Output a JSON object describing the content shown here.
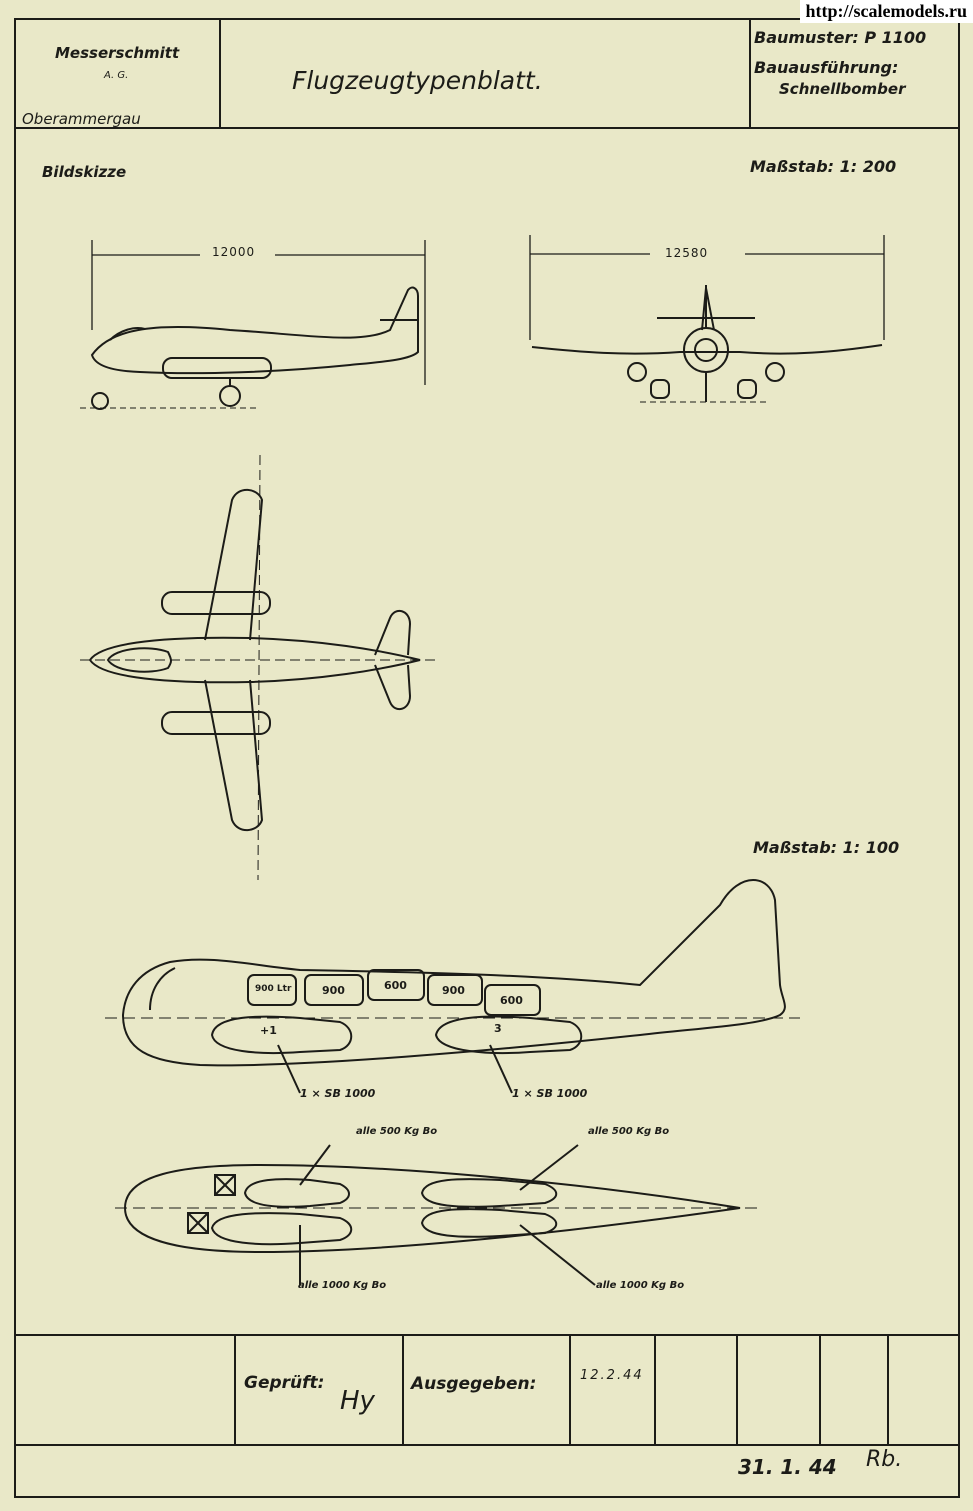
{
  "watermark": "http://scalemodels.ru",
  "titleblock": {
    "company": "Messerschmitt",
    "company_suffix": "A. G.",
    "location": "Oberammergau",
    "doc_title": "Flugzeugtypenblatt.",
    "model_label": "Baumuster: P 1100",
    "variant_label": "Bauausführung:",
    "variant_value": "Schnellbomber"
  },
  "sketch": {
    "label": "Bildskizze",
    "scale_1": "Maßstab:  1: 200",
    "scale_2": "Maßstab:  1: 100",
    "length_dim": "12000",
    "span_dim": "12580"
  },
  "bay": {
    "tanks": [
      "900 Ltr",
      "900",
      "600",
      "900",
      "600"
    ],
    "bomb_label_1": "1 × SB 1000",
    "bomb_label_2": "1 × SB 1000",
    "bomb_mark_1": "+1",
    "bomb_mark_2": "3",
    "plan_label_tl": "alle 500 Kg Bo",
    "plan_label_tr": "alle 500 Kg Bo",
    "plan_label_bl": "alle 1000 Kg Bo",
    "plan_label_br": "alle 1000 Kg Bo"
  },
  "footer": {
    "checked_label": "Geprüft:",
    "issued_label": "Ausgegeben:",
    "issued_date": "12.2.44",
    "date": "31. 1. 44",
    "signature_1": "Hy",
    "signature_2": "Rb."
  }
}
